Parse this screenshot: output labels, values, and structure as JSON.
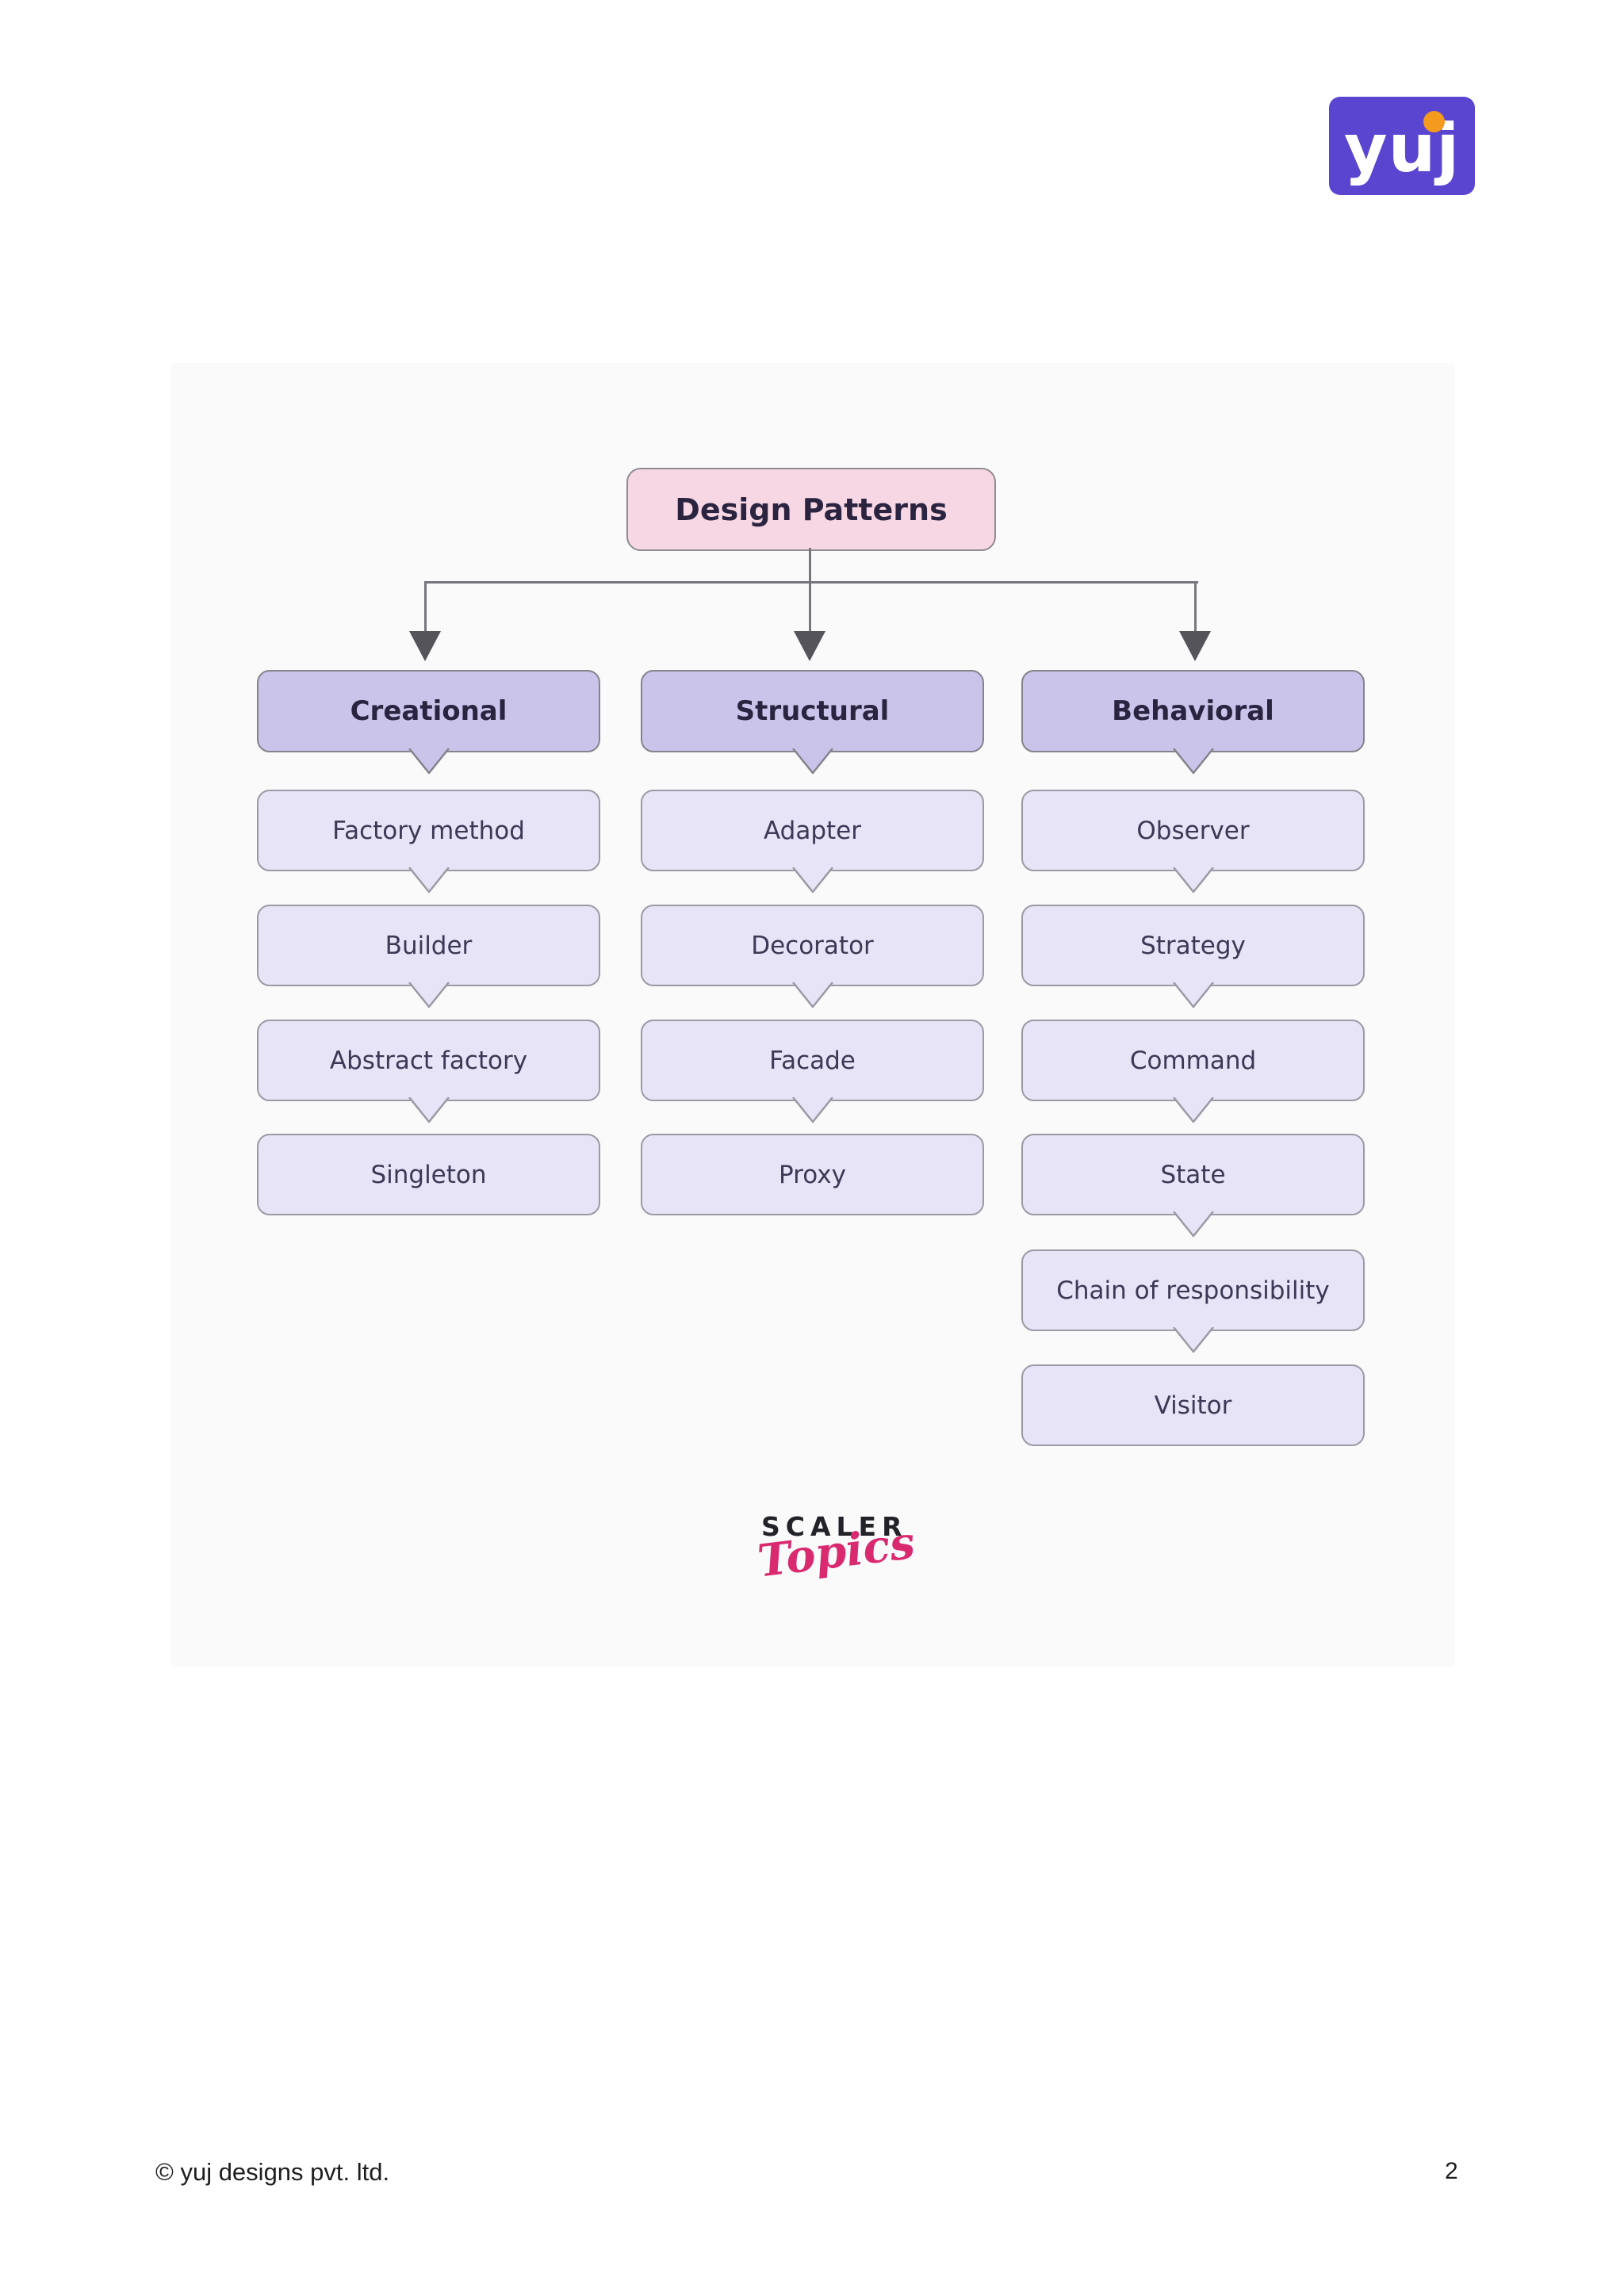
{
  "logo": {
    "text": "yuj"
  },
  "diagram": {
    "root": "Design Patterns",
    "columns": [
      {
        "header": "Creational",
        "children": [
          "Factory method",
          "Builder",
          "Abstract factory",
          "Singleton"
        ]
      },
      {
        "header": "Structural",
        "children": [
          "Adapter",
          "Decorator",
          "Facade",
          "Proxy"
        ]
      },
      {
        "header": "Behavioral",
        "children": [
          "Observer",
          "Strategy",
          "Command",
          "State",
          "Chain of responsibility",
          "Visitor"
        ]
      }
    ]
  },
  "scaler": {
    "line1": "SCALER",
    "line2": "Topics"
  },
  "footer": {
    "copyright": "© yuj designs pvt. ltd.",
    "page_number": "2"
  },
  "colors": {
    "page_bg": "#ffffff",
    "panel_bg": "#fafafb",
    "brand_purple": "#5a45d0",
    "brand_orange": "#f49a1f",
    "root_fill": "#f8d7e4",
    "root_border": "#8f8b90",
    "header_fill": "#cbc4ea",
    "header_border": "#84838c",
    "child_fill": "#e7e4f7",
    "child_border": "#9b9aa4",
    "connector": "#77767c",
    "arrow": "#55545b",
    "text_dark": "#2a2440",
    "child_text": "#3c3956",
    "scaler_black": "#222228",
    "scaler_pink": "#d92a70",
    "footer_text": "#1e1e1e"
  }
}
